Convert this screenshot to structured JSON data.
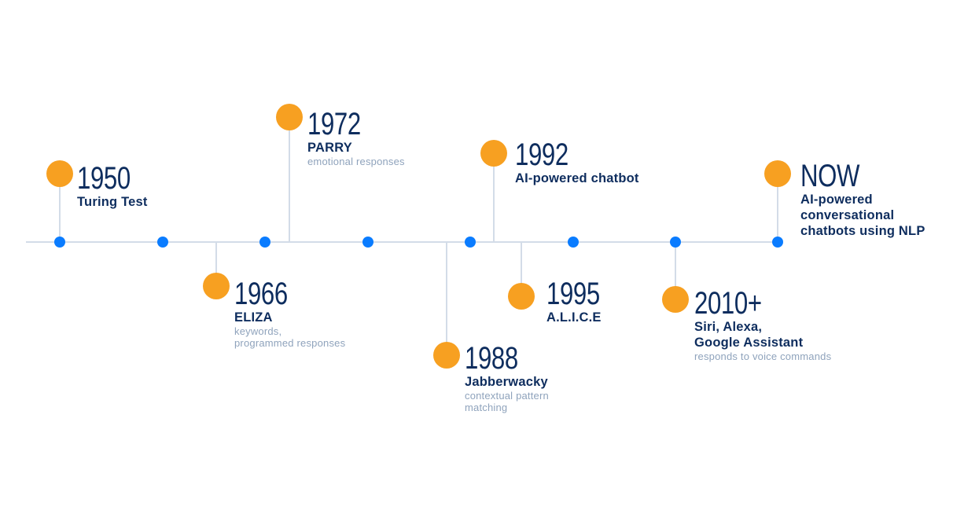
{
  "colors": {
    "marker": "#F7A021",
    "tick": "#0A7CFF",
    "line": "#D3DCE8",
    "year_text": "#0E2D5E",
    "title_text": "#0E2D5E",
    "desc_text": "#8FA3BC"
  },
  "timeline": {
    "ticks_x": [
      76,
      207,
      337,
      468,
      598,
      729,
      859,
      989
    ],
    "events": [
      {
        "year": "1950",
        "title_lines": [
          "Turing Test"
        ],
        "desc_lines": [],
        "position": "above"
      },
      {
        "year": "1966",
        "title_lines": [
          "ELIZA"
        ],
        "desc_lines": [
          "keywords,",
          "programmed responses"
        ],
        "position": "below"
      },
      {
        "year": "1972",
        "title_lines": [
          "PARRY"
        ],
        "desc_lines": [
          "emotional responses"
        ],
        "position": "above"
      },
      {
        "year": "1988",
        "title_lines": [
          "Jabberwacky"
        ],
        "desc_lines": [
          "contextual pattern",
          "matching"
        ],
        "position": "below"
      },
      {
        "year": "1992",
        "title_lines": [
          "AI-powered chatbot"
        ],
        "desc_lines": [],
        "position": "above"
      },
      {
        "year": "1995",
        "title_lines": [
          "A.L.I.C.E"
        ],
        "desc_lines": [],
        "position": "below"
      },
      {
        "year": "2010+",
        "title_lines": [
          "Siri, Alexa,",
          "Google Assistant"
        ],
        "desc_lines": [
          "responds to voice commands"
        ],
        "position": "below"
      },
      {
        "year": "NOW",
        "title_lines": [
          "AI-powered",
          "conversational",
          "chatbots using NLP"
        ],
        "desc_lines": [],
        "position": "above"
      }
    ]
  }
}
